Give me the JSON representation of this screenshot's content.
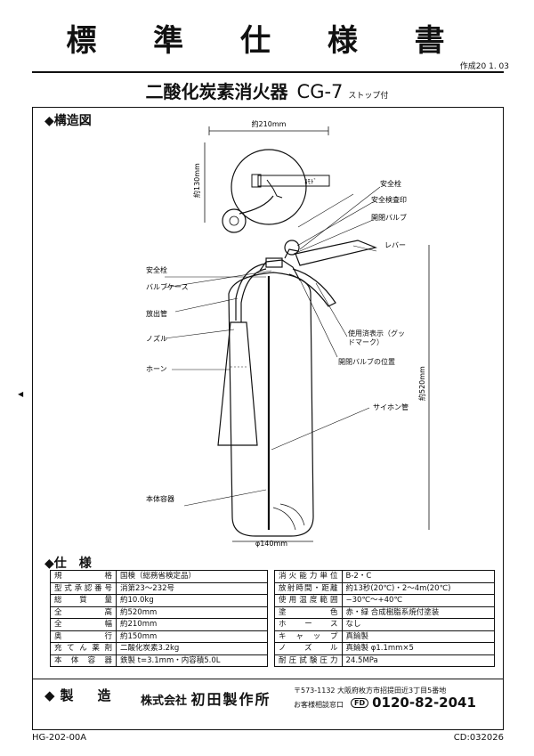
{
  "header": {
    "title": "標 準 仕 様 書",
    "created": "作成20 1. 03",
    "product": "二酸化炭素消火器",
    "model": "CG-7",
    "model_note": "ストップ付"
  },
  "structure": {
    "heading": "◆構造図",
    "dims": {
      "top_width": "約210mm",
      "head_height": "約130mm",
      "total_height": "約520mm",
      "body_diameter": "φ140mm"
    },
    "nozzle_text": "ｺﾓﾄﾞ",
    "labels": {
      "safety_pin": "安全栓",
      "inspection_seal": "安全検査印",
      "valve": "開閉バルブ",
      "lever": "レバー",
      "safety_pin_left": "安全栓",
      "valve_case": "バルブケース",
      "siphon": "放出管",
      "nozzle": "ノズル",
      "horn": "ホーン",
      "usage_mark": "使用済表示（グッドマーク）",
      "valve_position": "開閉バルブの位置",
      "siphon_tube": "サイホン管",
      "body_container": "本体容器"
    }
  },
  "spec": {
    "heading": "◆仕　様",
    "left": [
      {
        "k": "規格",
        "v": "国検（総務省検定品）"
      },
      {
        "k": "型式承認番号",
        "v": "消第23〜232号"
      },
      {
        "k": "総質量",
        "v": "約10.0kg"
      },
      {
        "k": "全高",
        "v": "約520mm"
      },
      {
        "k": "全幅",
        "v": "約210mm"
      },
      {
        "k": "奥行",
        "v": "約150mm"
      },
      {
        "k": "充てん薬剤",
        "v": "二酸化炭素3.2kg"
      },
      {
        "k": "本体容器",
        "v": "鉄製 t=3.1mm・内容積5.0L"
      }
    ],
    "right": [
      {
        "k": "消火能力単位",
        "v": "B-2・C"
      },
      {
        "k": "放射時間・距離",
        "v": "約13秒(20℃)・2〜4m(20℃)"
      },
      {
        "k": "使用温度範囲",
        "v": "−30℃〜+40℃"
      },
      {
        "k": "塗色",
        "v": "赤・緑 合成樹脂系焼付塗装"
      },
      {
        "k": "ホース",
        "v": "なし"
      },
      {
        "k": "キャップ",
        "v": "真鍮製"
      },
      {
        "k": "ノズル",
        "v": "真鍮製 φ1.1mm×5"
      },
      {
        "k": "耐圧試験圧力",
        "v": "24.5MPa"
      }
    ]
  },
  "maker": {
    "heading": "◆製　造",
    "company_prefix": "株式会社",
    "company_name": "初田製作所",
    "address": "〒573-1132 大阪府枚方市招提田近3丁目5番地",
    "tel_label": "お客様相談窓口",
    "tel_badge": "FD",
    "tel": "0120-82-2041"
  },
  "footer": {
    "doc_code": "HG-202-00A",
    "ref_code": "CD:032026"
  }
}
